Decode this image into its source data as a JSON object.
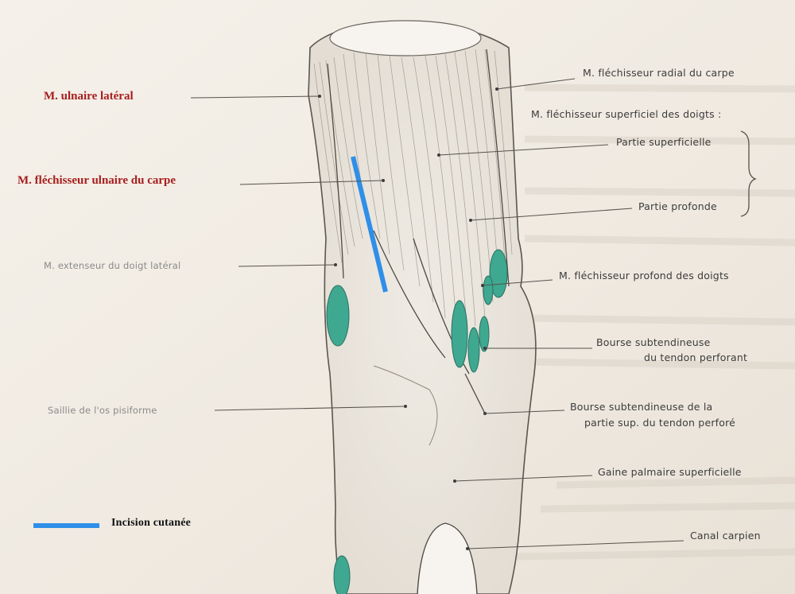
{
  "left_labels": {
    "ulnaire_lateral": "M. ulnaire latéral",
    "flechisseur_ulnaire": "M. fléchisseur ulnaire du carpe",
    "extenseur_doigt": "M. extenseur du doigt latéral",
    "pisiforme": "Saillie de l'os pisiforme"
  },
  "right_labels": {
    "flechisseur_radial": "M. fléchisseur radial du carpe",
    "flechisseur_superficiel": "M. fléchisseur superficiel des doigts :",
    "partie_superficielle": "Partie superficielle",
    "partie_profonde": "Partie profonde",
    "flechisseur_profond": "M. fléchisseur profond des doigts",
    "bourse_perforant_1": "Bourse subtendineuse",
    "bourse_perforant_2": "du tendon perforant",
    "bourse_perfore_1": "Bourse subtendineuse de la",
    "bourse_perfore_2": "partie sup. du tendon perforé",
    "gaine": "Gaine palmaire superficielle",
    "canal": "Canal carpien"
  },
  "legend": {
    "incision_label": "Incision cutanée"
  },
  "colors": {
    "highlight_red": "#a61e1e",
    "incision_blue": "#2f8fe8",
    "synovial_teal": "#3fa890",
    "paper": "#f2ede6"
  }
}
